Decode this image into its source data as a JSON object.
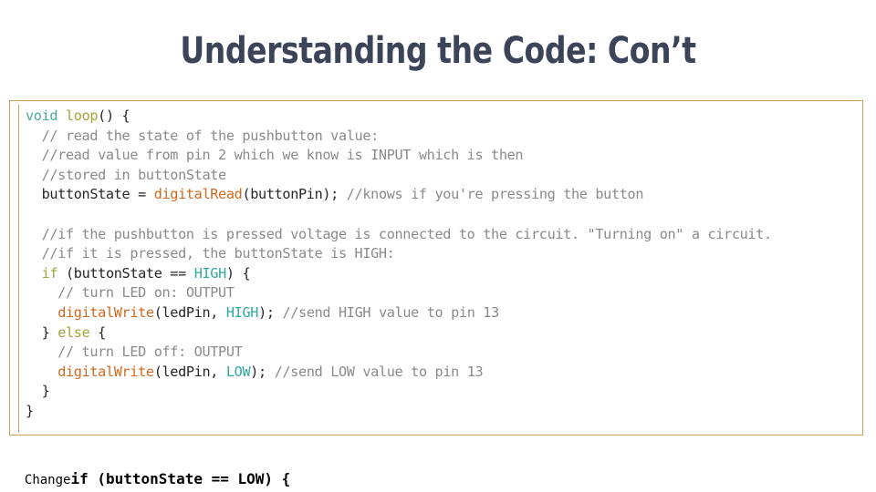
{
  "slide": {
    "title": "Understanding the Code: Con’t",
    "title_color": "#3b4459",
    "background_color": "#ffffff"
  },
  "code_card": {
    "border_color": "#c8a064",
    "background_color": "#ffffff",
    "language": "arduino-c",
    "palette": {
      "type": "#4aa89c",
      "keyword": "#a3a33c",
      "function": "#d2691e",
      "constant": "#2fa8a0",
      "plain": "#262626",
      "comment": "#8a8a8a"
    },
    "lines": [
      {
        "id": "line-1",
        "text": "void loop() {",
        "tokens": [
          {
            "t": "void",
            "c": "t-type"
          },
          {
            "t": " ",
            "c": "t-plain"
          },
          {
            "t": "loop",
            "c": "t-kw"
          },
          {
            "t": "() {",
            "c": "t-plain"
          }
        ]
      },
      {
        "id": "line-2",
        "text": "  // read the state of the pushbutton value:",
        "tokens": [
          {
            "t": "  // read the state of the pushbutton value:",
            "c": "t-cmt"
          }
        ]
      },
      {
        "id": "line-3",
        "text": "  //read value from pin 2 which we know is INPUT which is then",
        "tokens": [
          {
            "t": "  //read value from pin 2 which we know is INPUT which is then",
            "c": "t-cmt"
          }
        ]
      },
      {
        "id": "line-4",
        "text": "  //stored in buttonState",
        "tokens": [
          {
            "t": "  //stored in buttonState",
            "c": "t-cmt"
          }
        ]
      },
      {
        "id": "line-5",
        "text": "  buttonState = digitalRead(buttonPin); //knows if you're pressing the button",
        "tokens": [
          {
            "t": "  buttonState = ",
            "c": "t-plain"
          },
          {
            "t": "digitalRead",
            "c": "t-fn"
          },
          {
            "t": "(buttonPin); ",
            "c": "t-plain"
          },
          {
            "t": "//knows if you're pressing the button",
            "c": "t-cmt"
          }
        ]
      },
      {
        "id": "line-6",
        "text": "",
        "tokens": []
      },
      {
        "id": "line-7",
        "text": "  //if the pushbutton is pressed voltage is connected to the circuit. \"Turning on\" a circuit.",
        "tokens": [
          {
            "t": "  //if the pushbutton is pressed voltage is connected to the circuit. \"Turning on\" a circuit.",
            "c": "t-cmt"
          }
        ]
      },
      {
        "id": "line-8",
        "text": "  //if it is pressed, the buttonState is HIGH:",
        "tokens": [
          {
            "t": "  //if it is pressed, the buttonState is HIGH:",
            "c": "t-cmt"
          }
        ]
      },
      {
        "id": "line-9",
        "text": "  if (buttonState == HIGH) {",
        "tokens": [
          {
            "t": "  ",
            "c": "t-plain"
          },
          {
            "t": "if",
            "c": "t-kw"
          },
          {
            "t": " (buttonState == ",
            "c": "t-plain"
          },
          {
            "t": "HIGH",
            "c": "t-const"
          },
          {
            "t": ") {",
            "c": "t-plain"
          }
        ]
      },
      {
        "id": "line-10",
        "text": "    // turn LED on: OUTPUT",
        "tokens": [
          {
            "t": "    // turn LED on: OUTPUT",
            "c": "t-cmt"
          }
        ]
      },
      {
        "id": "line-11",
        "text": "    digitalWrite(ledPin, HIGH); //send HIGH value to pin 13",
        "tokens": [
          {
            "t": "    ",
            "c": "t-plain"
          },
          {
            "t": "digitalWrite",
            "c": "t-fn"
          },
          {
            "t": "(ledPin, ",
            "c": "t-plain"
          },
          {
            "t": "HIGH",
            "c": "t-const"
          },
          {
            "t": "); ",
            "c": "t-plain"
          },
          {
            "t": "//send HIGH value to pin 13",
            "c": "t-cmt"
          }
        ]
      },
      {
        "id": "line-12",
        "text": "  } else {",
        "tokens": [
          {
            "t": "  } ",
            "c": "t-plain"
          },
          {
            "t": "else",
            "c": "t-kw"
          },
          {
            "t": " {",
            "c": "t-plain"
          }
        ]
      },
      {
        "id": "line-13",
        "text": "    // turn LED off: OUTPUT",
        "tokens": [
          {
            "t": "    // turn LED off: OUTPUT",
            "c": "t-cmt"
          }
        ]
      },
      {
        "id": "line-14",
        "text": "    digitalWrite(ledPin, LOW); //send LOW value to pin 13",
        "tokens": [
          {
            "t": "    ",
            "c": "t-plain"
          },
          {
            "t": "digitalWrite",
            "c": "t-fn"
          },
          {
            "t": "(ledPin, ",
            "c": "t-plain"
          },
          {
            "t": "LOW",
            "c": "t-const"
          },
          {
            "t": "); ",
            "c": "t-plain"
          },
          {
            "t": "//send LOW value to pin 13",
            "c": "t-cmt"
          }
        ]
      },
      {
        "id": "line-15",
        "text": "  }",
        "tokens": [
          {
            "t": "  }",
            "c": "t-plain"
          }
        ]
      },
      {
        "id": "line-16",
        "text": "}",
        "tokens": [
          {
            "t": "}",
            "c": "t-plain"
          }
        ]
      }
    ]
  },
  "bottom_caption": {
    "prefix": "Change",
    "code": "if (buttonState == LOW) {",
    "color": "#000000"
  }
}
